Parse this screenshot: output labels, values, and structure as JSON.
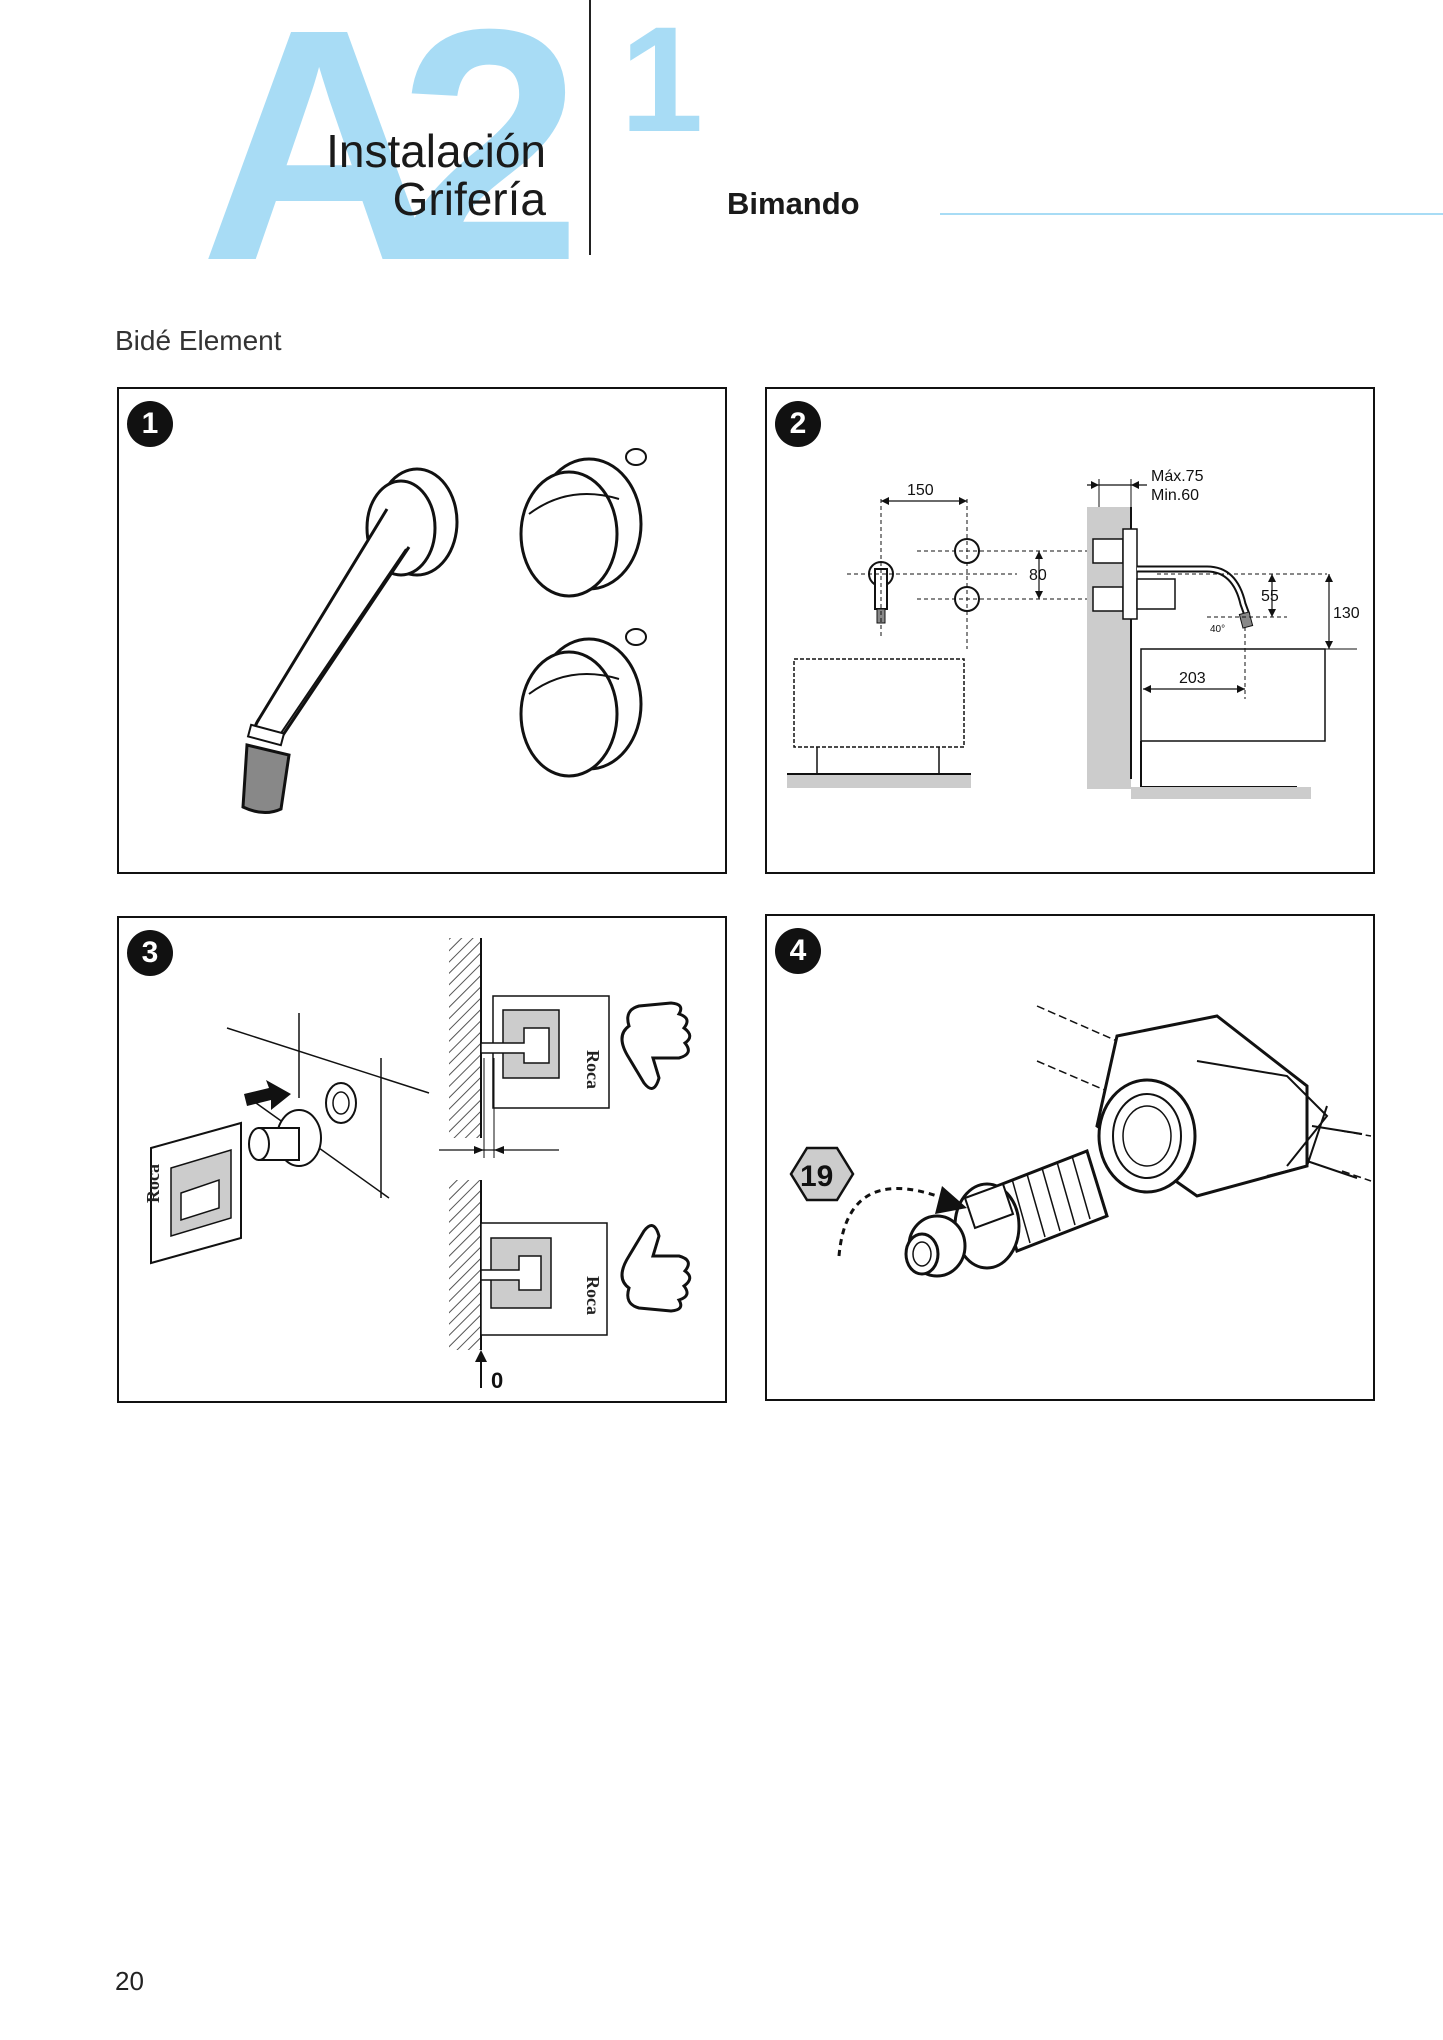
{
  "header": {
    "section_code": "A2",
    "title_line1": "Instalación",
    "title_line2": "Grifería",
    "subsection": "1",
    "subtitle": "Bimando"
  },
  "section_title": "Bidé Element",
  "panels": [
    {
      "step": "1"
    },
    {
      "step": "2",
      "dims": {
        "d150": "150",
        "dmax": "Máx.75",
        "dmin": "Min.60",
        "d80": "80",
        "d55": "55",
        "d130": "130",
        "d40": "40°",
        "d203": "203"
      }
    },
    {
      "step": "3",
      "brand": "Roca",
      "zero": "0"
    },
    {
      "step": "4",
      "wrench": "19"
    }
  ],
  "page_number": "20",
  "colors": {
    "accent": "#a8dcf5",
    "wall_gray": "#cccccc"
  }
}
